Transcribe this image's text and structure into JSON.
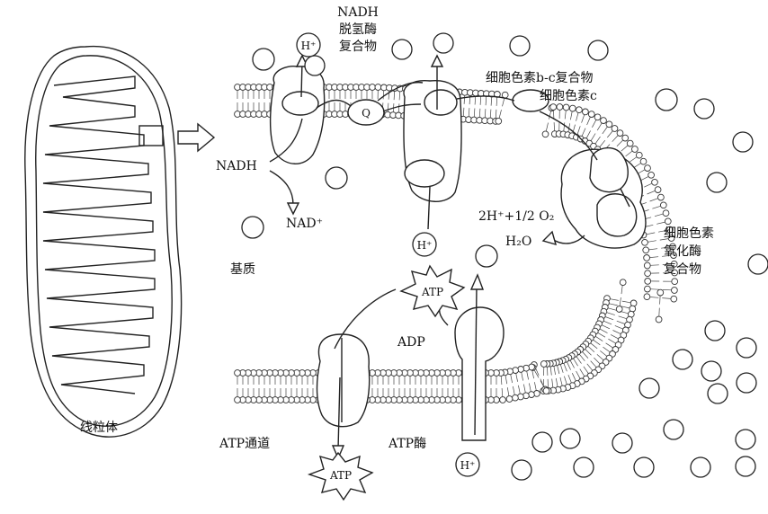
{
  "labels": {
    "mitochondrion": "线粒体",
    "matrix": "基质",
    "nadh_complex_1": "NADH",
    "nadh_complex_2": "脱氢酶",
    "nadh_complex_3": "复合物",
    "nadh": "NADH",
    "nad": "NAD⁺",
    "q": "Q",
    "bc_complex": "细胞色素b-c复合物",
    "cyt_c": "细胞色素c",
    "oxidase_1": "细胞色素",
    "oxidase_2": "氧化酶",
    "oxidase_3": "复合物",
    "reaction_left": "2H⁺+1/2 O₂",
    "water": "H₂O",
    "atp_top": "ATP",
    "adp": "ADP",
    "atp_bottom": "ATP",
    "atp_channel": "ATP通道",
    "atp_synthase": "ATP酶",
    "h_ion_1": "H⁺",
    "h_ion_2": "H⁺",
    "h_ion_3": "H⁺"
  },
  "icons": [
    "mitochondrion-outline",
    "zoom-arrow-icon",
    "burst-shape"
  ],
  "colors": {
    "line": "#222222",
    "background": "#ffffff"
  }
}
